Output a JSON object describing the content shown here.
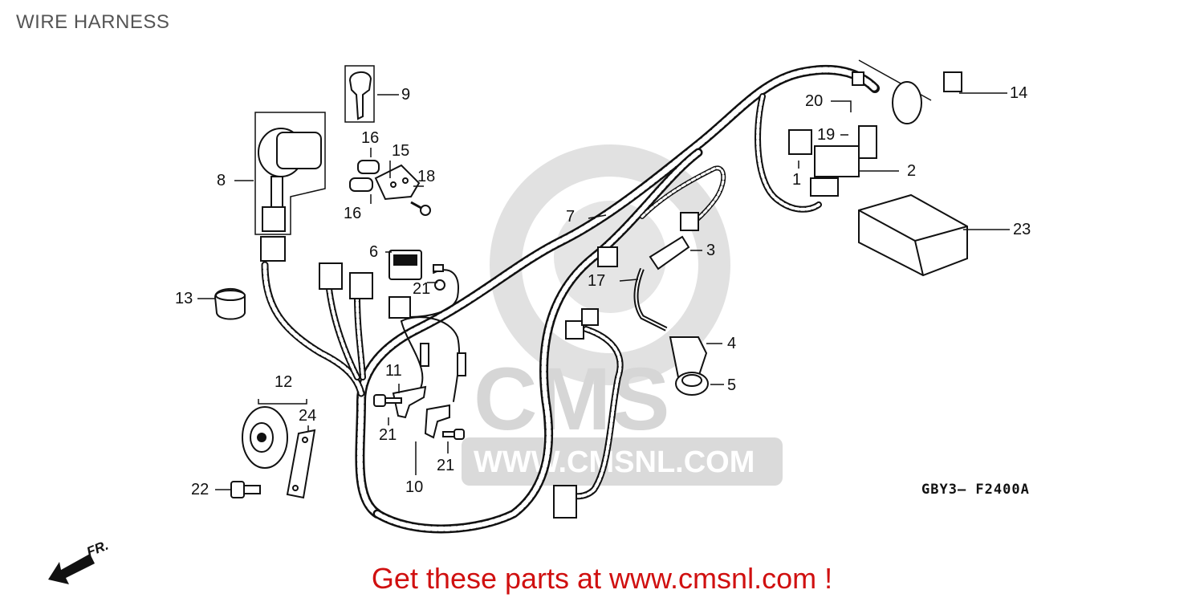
{
  "header": {
    "title": "WIRE HARNESS"
  },
  "drawing_code": "GBY3— F2400A",
  "footer": {
    "text": "Get these parts at www.cmsnl.com !"
  },
  "front_marker": {
    "label": "FR."
  },
  "watermark": {
    "brand": "CMS",
    "url": "WWW.CMSNL.COM"
  },
  "colors": {
    "line": "#111111",
    "footer": "#d01010",
    "watermark": "#d8d8d8"
  },
  "callouts": [
    {
      "id": "c1",
      "label": "1"
    },
    {
      "id": "c2",
      "label": "2"
    },
    {
      "id": "c3",
      "label": "3"
    },
    {
      "id": "c4",
      "label": "4"
    },
    {
      "id": "c5",
      "label": "5"
    },
    {
      "id": "c6",
      "label": "6"
    },
    {
      "id": "c7",
      "label": "7"
    },
    {
      "id": "c8",
      "label": "8"
    },
    {
      "id": "c9",
      "label": "9"
    },
    {
      "id": "c10",
      "label": "10"
    },
    {
      "id": "c11",
      "label": "11"
    },
    {
      "id": "c12",
      "label": "12"
    },
    {
      "id": "c13",
      "label": "13"
    },
    {
      "id": "c14",
      "label": "14"
    },
    {
      "id": "c15",
      "label": "15"
    },
    {
      "id": "c16a",
      "label": "16"
    },
    {
      "id": "c16b",
      "label": "16"
    },
    {
      "id": "c17",
      "label": "17"
    },
    {
      "id": "c18",
      "label": "18"
    },
    {
      "id": "c19",
      "label": "19"
    },
    {
      "id": "c20",
      "label": "20"
    },
    {
      "id": "c21a",
      "label": "21"
    },
    {
      "id": "c21b",
      "label": "21"
    },
    {
      "id": "c21c",
      "label": "21"
    },
    {
      "id": "c22",
      "label": "22"
    },
    {
      "id": "c23",
      "label": "23"
    },
    {
      "id": "c24",
      "label": "24"
    }
  ]
}
